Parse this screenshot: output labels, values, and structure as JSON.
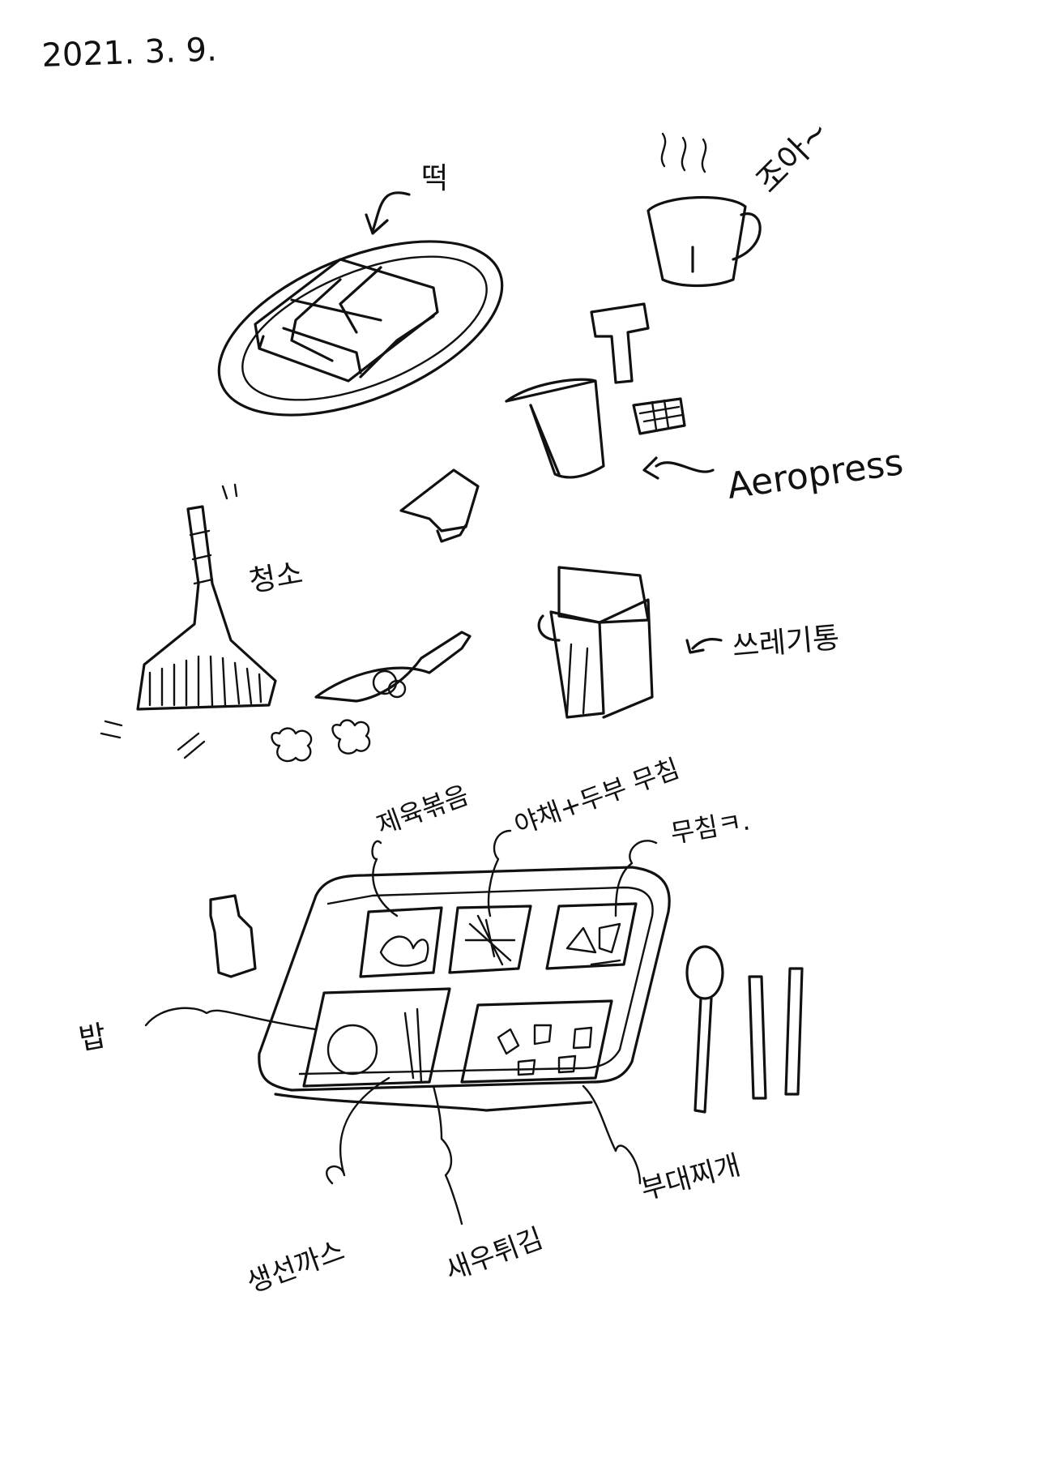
{
  "date": "2021. 3. 9.",
  "labels": {
    "tteok": "떡",
    "coffee_exclaim": "조아~",
    "aeropress": "Aeropress",
    "cleaning": "청소",
    "trash_can": "쓰레기통",
    "jeyuk": "제육볶음",
    "yachae": "야채+두부 무침",
    "muchim": "무침ㅋ.",
    "rice": "밥",
    "fish": "생선까스",
    "shrimp": "새우튀김",
    "budae": "부대찌개"
  }
}
